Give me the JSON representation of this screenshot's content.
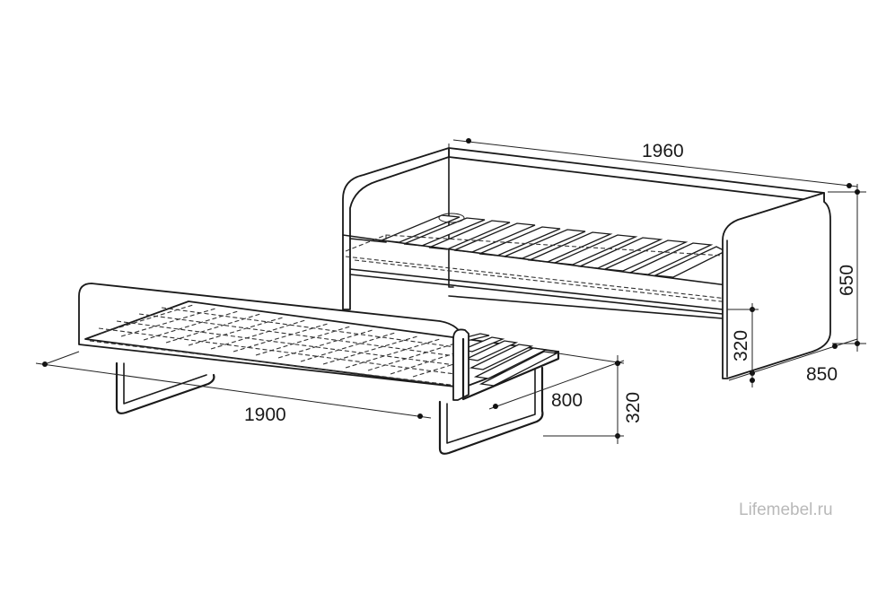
{
  "dimensions": {
    "upper_length": "1960",
    "upper_height": "650",
    "upper_depth": "850",
    "upper_bed_height": "320",
    "lower_length": "1900",
    "lower_depth": "800",
    "lower_height": "320"
  },
  "watermark": "Lifemebel.ru"
}
